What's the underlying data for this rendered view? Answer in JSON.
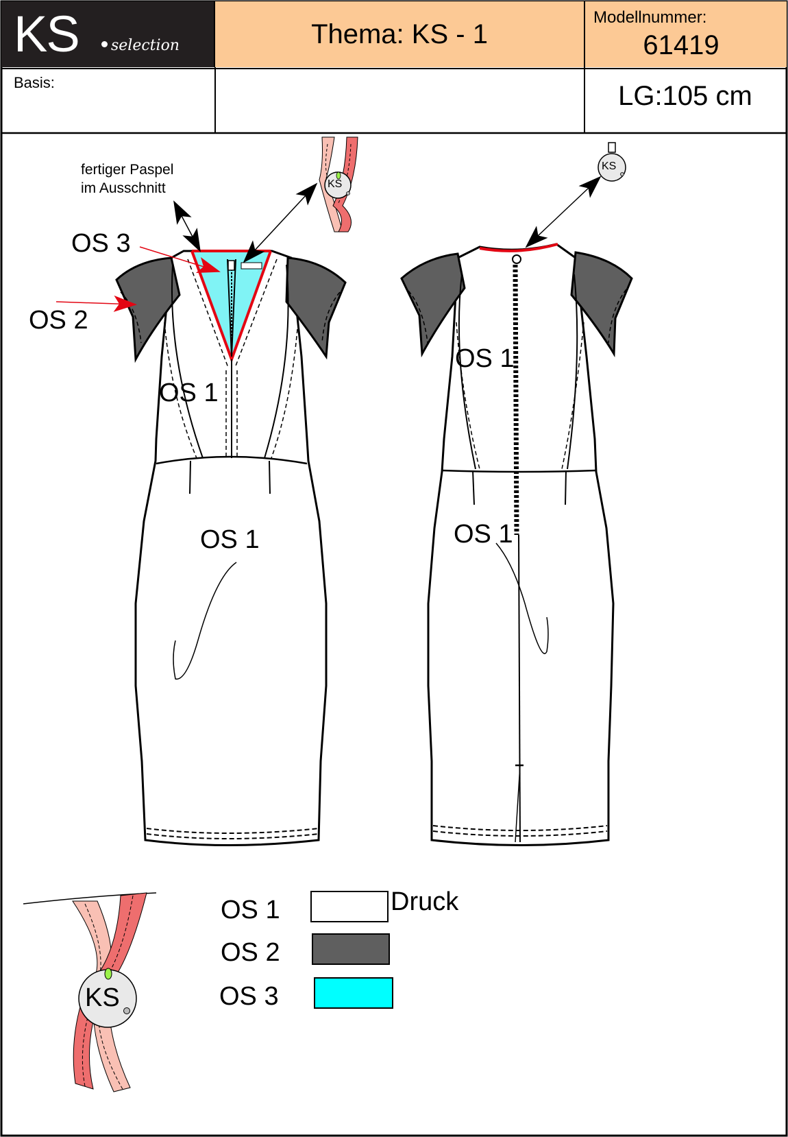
{
  "header": {
    "logo_main": "KS",
    "logo_sub": "selection",
    "theme": "Thema: KS - 1",
    "model_label": "Modellnummer:",
    "model_number": "61419",
    "basis_label": "Basis:",
    "basis_value": "",
    "length": "LG:105 cm"
  },
  "annotations": {
    "piping_note_line1": "fertiger Paspel",
    "piping_note_line2": "im Ausschnitt",
    "front_os3": "OS 3",
    "front_os2": "OS 2",
    "front_os1_bodice": "OS 1",
    "front_os1_skirt": "OS 1",
    "back_os1_bodice": "OS 1",
    "back_os1_skirt": "OS 1",
    "tag_text": "KS"
  },
  "legend": {
    "items": [
      {
        "label": "OS 1",
        "note": "Druck",
        "color": "#ffffff"
      },
      {
        "label": "OS 2",
        "note": "",
        "color": "#5f5f5f"
      },
      {
        "label": "OS 3",
        "note": "",
        "color": "#00ffff"
      }
    ]
  },
  "colors": {
    "header_bg": "#fcc995",
    "logo_bg": "#231f20",
    "panel_os2": "#5f5f5f",
    "panel_os3": "#80f3f5",
    "piping": "#e30613",
    "ribbon_light": "#f9c0b4",
    "ribbon_dark": "#ee6e6e"
  }
}
